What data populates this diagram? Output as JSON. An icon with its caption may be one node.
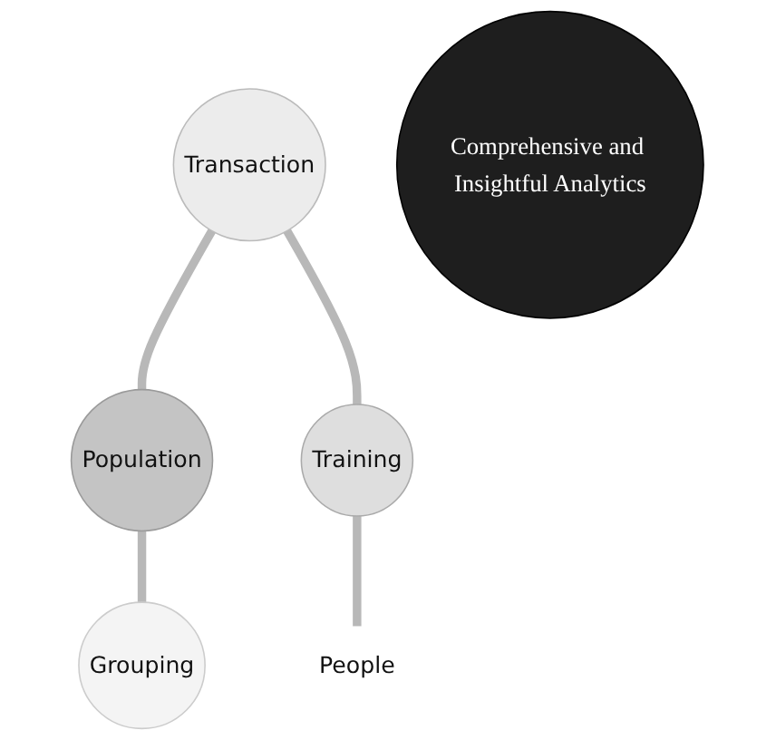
{
  "diagram": {
    "nodes": [
      {
        "text": [
          "Population"
        ]
      },
      {
        "text": [
          "Transaction"
        ]
      },
      {
        "text": [
          "Comprehensive and Insightful Analytics"
        ]
      },
      {
        "text": [
          "Grouping"
        ]
      },
      {
        "text": [
          "Training"
        ]
      },
      {
        "text": [
          "People"
        ]
      }
    ],
    "edges": [
      {
        "from": 1,
        "to": 0,
        "arrow": "none"
      },
      {
        "from": 0,
        "to": 3,
        "arrow": "none"
      },
      {
        "from": 1,
        "to": 4,
        "arrow": "none"
      },
      {
        "from": 4,
        "to": 5,
        "arrow": "none"
      }
    ]
  }
}
